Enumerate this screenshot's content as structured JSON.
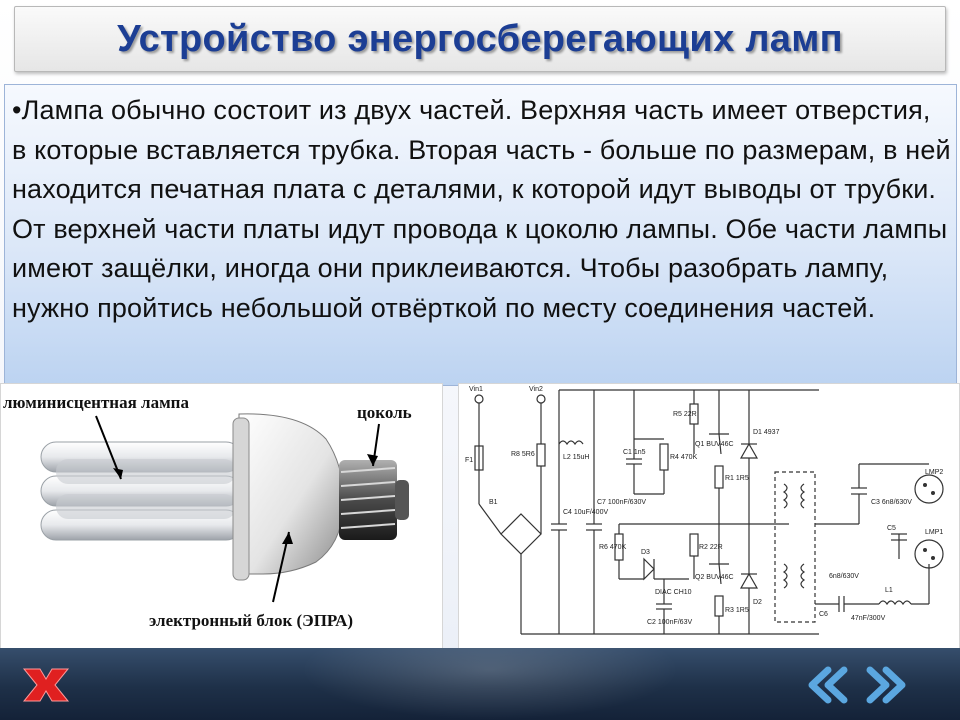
{
  "slide": {
    "title": "Устройство энергосберегающих ламп",
    "body": "•Лампа обычно состоит из двух частей. Верхняя часть имеет отверстия, в которые вставляется трубка. Вторая часть - больше по размерам, в ней находится печатная плата с деталями, к которой идут выводы от трубки. От верхней части платы идут провода к цоколю лампы. Обе части лампы имеют защёлки, иногда они приклеиваются. Чтобы разобрать лампу, нужно пройтись небольшой отвёрткой по месту соединения частей."
  },
  "lamp_photo": {
    "label_tube": "люминисцентная лампа",
    "label_base": "цоколь",
    "label_ballast": "электронный блок (ЭПРА)"
  },
  "circuit": {
    "labels": {
      "vin1": "Vin1",
      "vin2": "Vin2",
      "f1": "F1",
      "r8": "R8 5R6",
      "l2": "L2 15uH",
      "b1": "B1",
      "c4": "C4 10uF/400V",
      "c7": "C7 100nF/630V",
      "c1": "C1 1n5",
      "r4": "R4 470K",
      "r5": "R5 22R",
      "q1": "Q1 BUV46C",
      "d1": "D1 4937",
      "r1": "R1 1R5",
      "d3": "D3",
      "r6": "R6 470K",
      "diac": "DIAC CH10",
      "r2": "R2 22R",
      "q2": "Q2 BUV46C",
      "d2": "D2",
      "c2": "C2 100nF/63V",
      "r3": "R3 1R5",
      "c3": "C3 6n8/630V",
      "c5": "C5",
      "c6": "C6",
      "c5v": "6n8/630V",
      "l1": "L1",
      "c6v": "47nF/300V",
      "lmp1": "LMP1",
      "lmp2": "LMP2"
    }
  },
  "nav": {
    "prev_icon": "double-chevron-left-icon",
    "next_icon": "double-chevron-right-icon"
  },
  "logo": {
    "icon": "x-logo-icon",
    "color": "#e02020"
  },
  "colors": {
    "title": "#1c3e94",
    "text_box_bottom": "#bcd3f1",
    "bar": "#1e3048",
    "nav": "#5ba7e0"
  }
}
